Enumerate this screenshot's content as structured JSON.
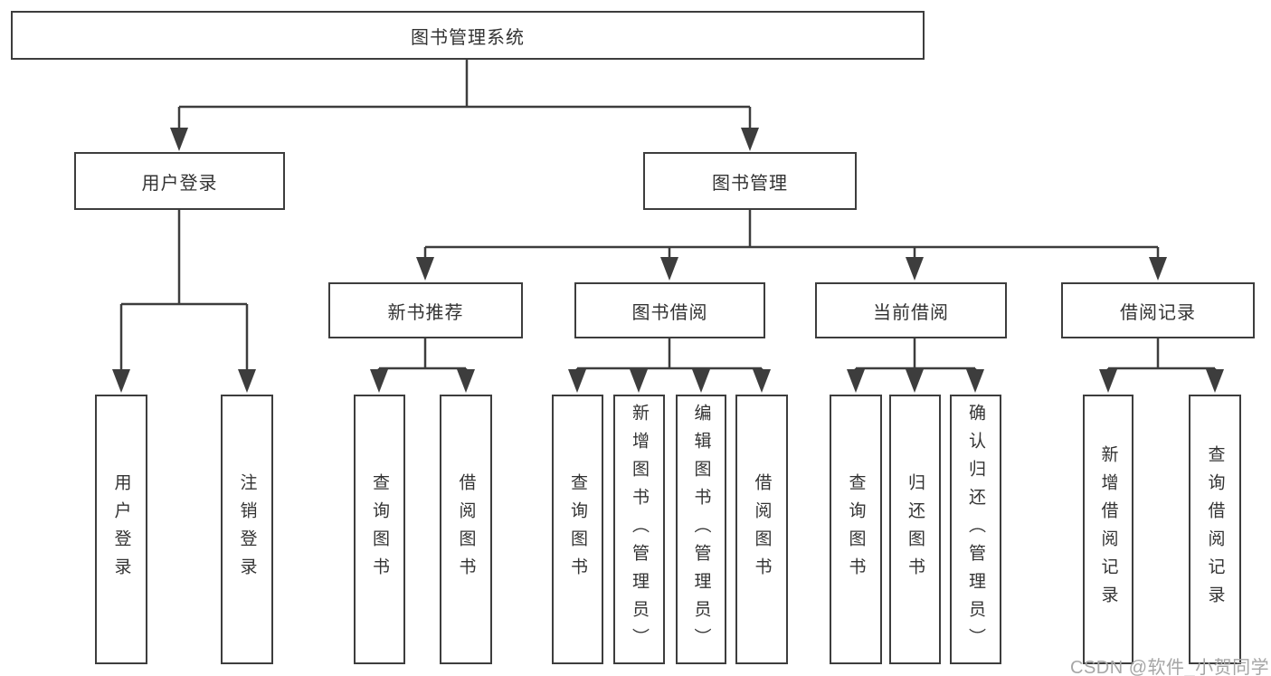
{
  "diagram": {
    "root": {
      "label": "图书管理系统"
    },
    "level2": [
      {
        "label": "用户登录"
      },
      {
        "label": "图书管理"
      }
    ],
    "level3": [
      {
        "label": "新书推荐"
      },
      {
        "label": "图书借阅"
      },
      {
        "label": "当前借阅"
      },
      {
        "label": "借阅记录"
      }
    ],
    "leaves": [
      {
        "label": "用户登录"
      },
      {
        "label": "注销登录"
      },
      {
        "label": "查询图书"
      },
      {
        "label": "借阅图书"
      },
      {
        "label": "查询图书"
      },
      {
        "label": "新增图书（管理员）"
      },
      {
        "label": "编辑图书（管理员）"
      },
      {
        "label": "借阅图书"
      },
      {
        "label": "查询图书"
      },
      {
        "label": "归还图书"
      },
      {
        "label": "确认归还（管理员）"
      },
      {
        "label": "新增借阅记录"
      },
      {
        "label": "查询借阅记录"
      }
    ],
    "watermark": "CSDN @软件_小贺同学",
    "colors": {
      "line": "#3d3d3d",
      "box_border": "#3d3d3d",
      "text": "#333333",
      "watermark": "#a6a6a6",
      "background": "#ffffff"
    }
  }
}
